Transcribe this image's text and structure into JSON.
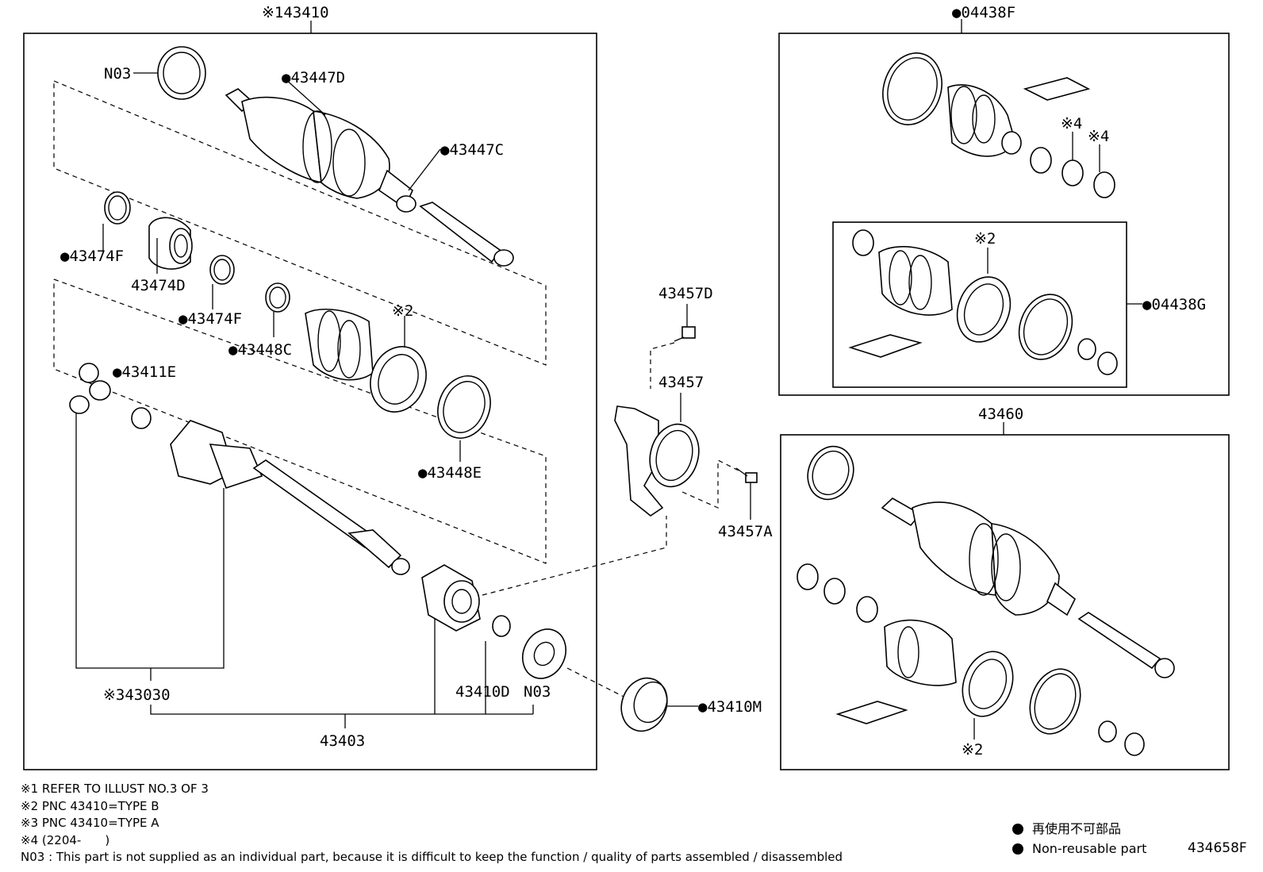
{
  "callouts": {
    "c43410": "※143410",
    "cN03a": "N03",
    "c43447D": "●43447D",
    "c43447C": "●43447C",
    "c43474F_a": "●43474F",
    "c43474D": "43474D",
    "c43474F_b": "●43474F",
    "c43448C": "●43448C",
    "c2a": "※2",
    "c43411E": "●43411E",
    "c43448E": "●43448E",
    "c43030": "※343030",
    "c43410D": "43410D",
    "cN03b": "N03",
    "c43403": "43403",
    "c43457D": "43457D",
    "c43457": "43457",
    "c43457A": "43457A",
    "c43410M": "●43410M",
    "c04438F": "●04438F",
    "c4a": "※4",
    "c4b": "※4",
    "c2b": "※2",
    "c04438G": "●04438G",
    "c43460": "43460",
    "c2c": "※2"
  },
  "notes": [
    "※1 REFER TO ILLUST NO.3 OF 3",
    "※2 PNC 43410=TYPE B",
    "※3 PNC 43410=TYPE A",
    "※4 (2204-　　)",
    "N03 : This part is not supplied as an individual part, because it is difficult to keep the function / quality of parts  assembled / disassembled"
  ],
  "legend": [
    "再使用不可部品",
    "Non-reusable part"
  ],
  "illustration_id": "434658F"
}
